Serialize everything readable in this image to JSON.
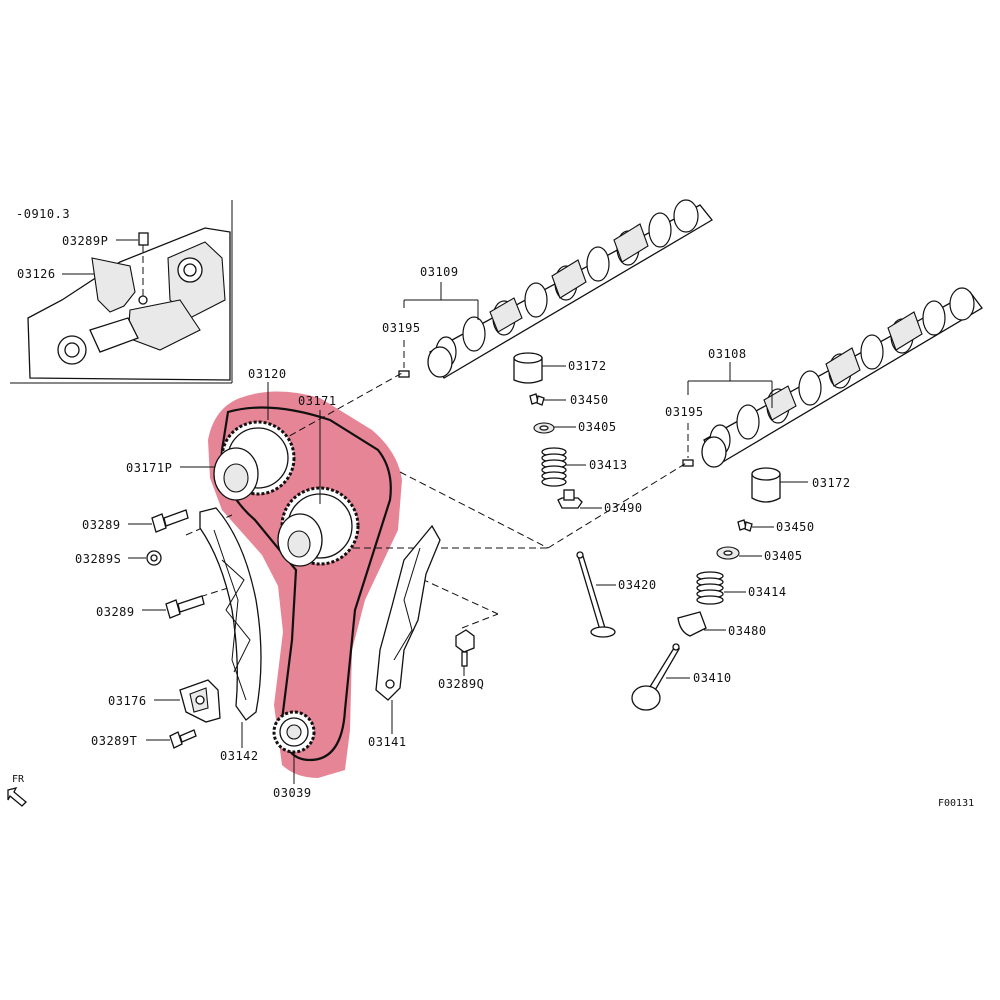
{
  "diagram": {
    "highlight_color": "#e06a7e",
    "inset_label": "-0910.3",
    "figure_code": "F00131",
    "direction_label": "FR",
    "parts": {
      "inset_bolt": "03289P",
      "inset_cover": "03126",
      "sprocket_set": "03120",
      "intake_camshaft": "03109",
      "exhaust_camshaft": "03108",
      "chain": "03171",
      "intake_sprocket": "03171P",
      "pin_intake": "03195",
      "pin_exhaust": "03195",
      "lifter_intake": "03172",
      "lifter_exhaust": "03172",
      "keeper_intake": "03450",
      "keeper_exhaust": "03450",
      "retainer_intake": "03405",
      "retainer_exhaust": "03405",
      "spring_intake": "03413",
      "spring_exhaust": "03414",
      "seal_intake": "03490",
      "seal_exhaust": "03480",
      "valve_intake": "03420",
      "valve_exhaust": "03410",
      "bolt_1": "03289",
      "bolt_s": "03289S",
      "bolt_2": "03289",
      "bolt_q": "03289Q",
      "bolt_t": "03289T",
      "tensioner": "03176",
      "guide_left": "03142",
      "guide_right": "03141",
      "crank_sprocket": "03039"
    }
  }
}
